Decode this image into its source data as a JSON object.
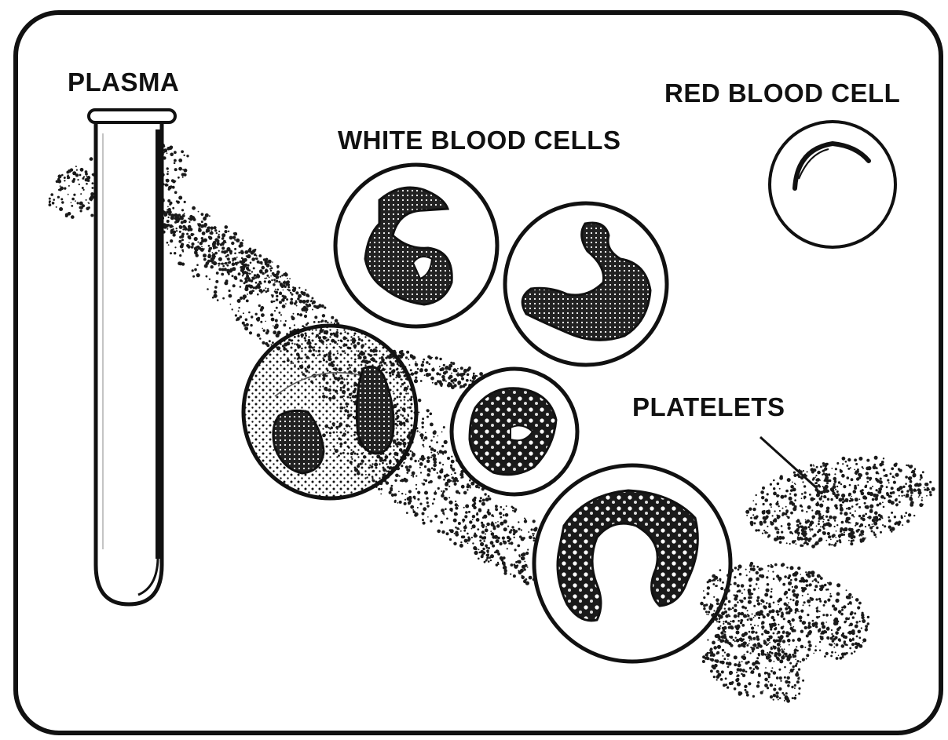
{
  "labels": {
    "plasma": "PLASMA",
    "white_blood_cells": "WHITE BLOOD CELLS",
    "red_blood_cell": "RED BLOOD CELL",
    "platelets": "PLATELETS"
  },
  "colors": {
    "ink": "#111111",
    "paper": "#ffffff"
  }
}
